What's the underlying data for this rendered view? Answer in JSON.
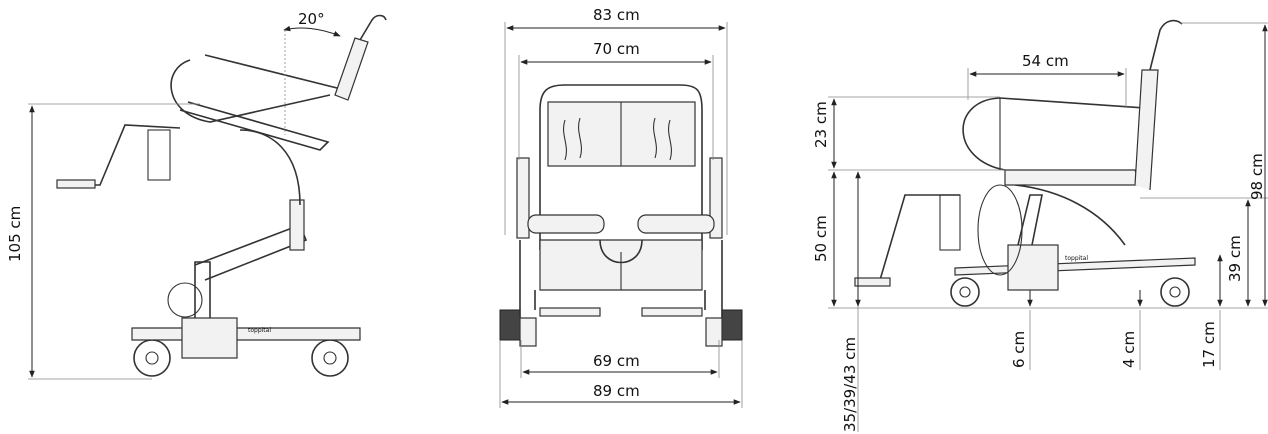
{
  "side_view": {
    "angle_label": "20°",
    "height_label": "105 cm"
  },
  "front_view": {
    "width_top_outer": "83 cm",
    "width_top_inner": "70 cm",
    "width_bottom_inner": "69 cm",
    "width_bottom_outer": "89 cm"
  },
  "right_view": {
    "seat_depth": "54 cm",
    "back_height": "23 cm",
    "seat_height": "50 cm",
    "total_height": "98 cm",
    "armrest_height": "39 cm",
    "footrest_heights": "35/39/43 cm",
    "ground_clearance_front": "6 cm",
    "ground_clearance_mid": "4 cm",
    "ground_clearance_rear": "17 cm"
  },
  "brand_text": "toppital"
}
